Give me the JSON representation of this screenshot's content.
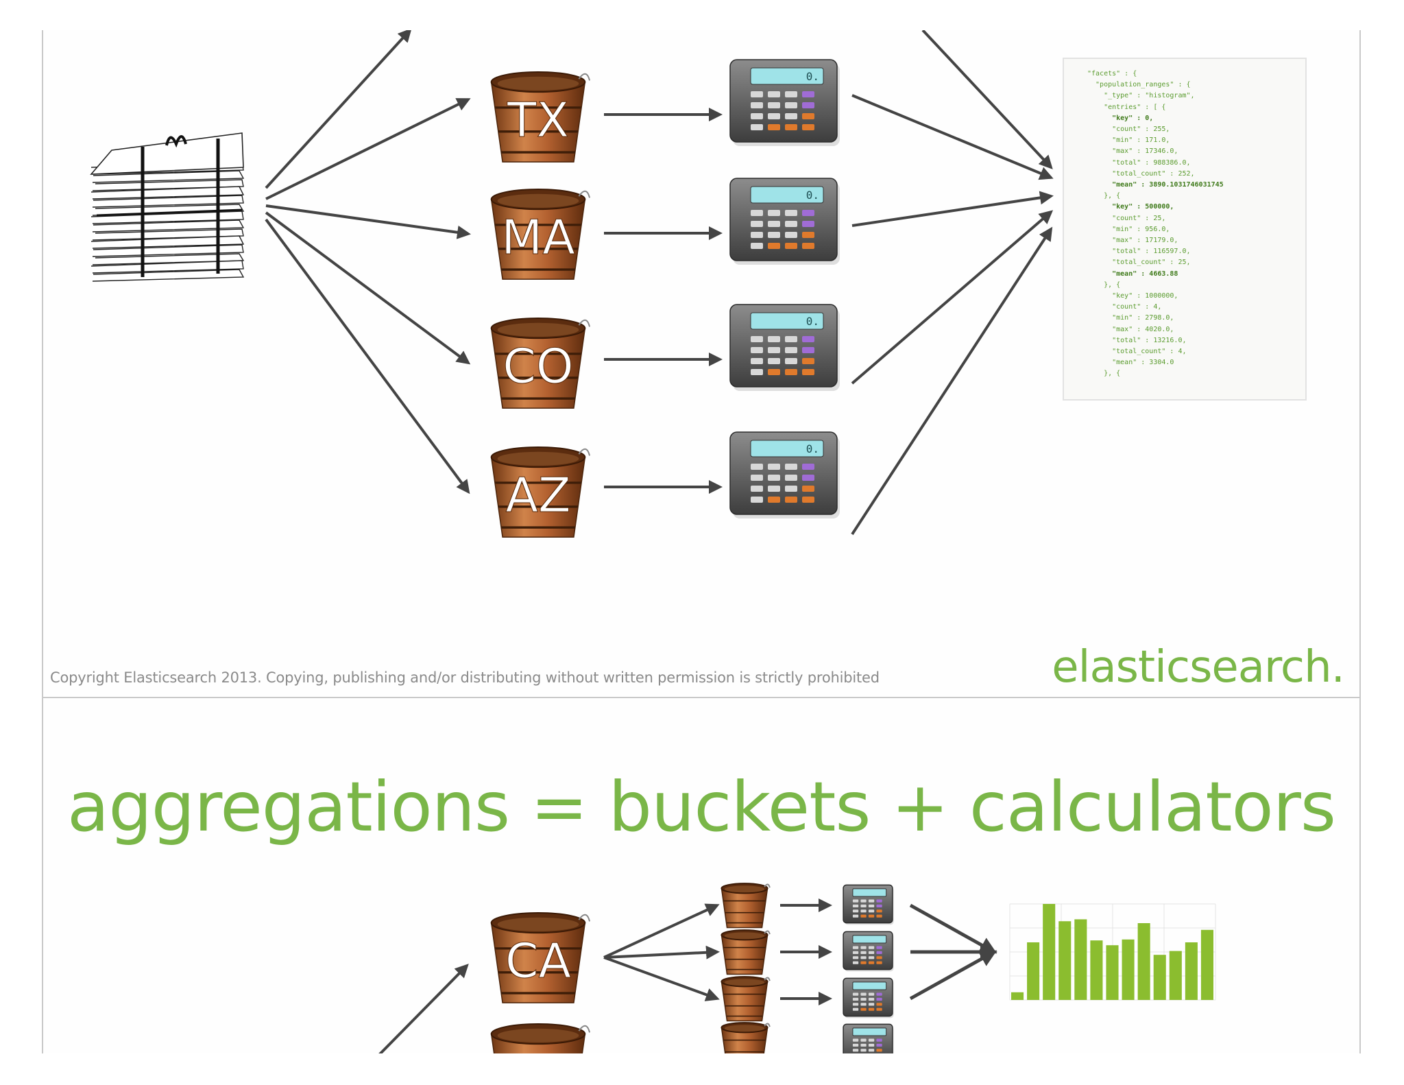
{
  "slide1": {
    "buckets": [
      "TX",
      "MA",
      "CO",
      "AZ"
    ],
    "calculator_display": "0.",
    "json_lines": [
      {
        "t": "\"facets\" : {",
        "b": false
      },
      {
        "t": "  \"population_ranges\" : {",
        "b": false
      },
      {
        "t": "    \"_type\" : \"histogram\",",
        "b": false
      },
      {
        "t": "    \"entries\" : [ {",
        "b": false
      },
      {
        "t": "      \"key\" : 0,",
        "b": true
      },
      {
        "t": "      \"count\" : 255,",
        "b": false
      },
      {
        "t": "      \"min\" : 171.0,",
        "b": false
      },
      {
        "t": "      \"max\" : 17346.0,",
        "b": false
      },
      {
        "t": "      \"total\" : 988386.0,",
        "b": false
      },
      {
        "t": "      \"total_count\" : 252,",
        "b": false
      },
      {
        "t": "      \"mean\" : 3890.1031746031745",
        "b": true
      },
      {
        "t": "    }, {",
        "b": false
      },
      {
        "t": "      \"key\" : 500000,",
        "b": true
      },
      {
        "t": "      \"count\" : 25,",
        "b": false
      },
      {
        "t": "      \"min\" : 956.0,",
        "b": false
      },
      {
        "t": "      \"max\" : 17179.0,",
        "b": false
      },
      {
        "t": "      \"total\" : 116597.0,",
        "b": false
      },
      {
        "t": "      \"total_count\" : 25,",
        "b": false
      },
      {
        "t": "      \"mean\" : 4663.88",
        "b": true
      },
      {
        "t": "    }, {",
        "b": false
      },
      {
        "t": "      \"key\" : 1000000,",
        "b": false
      },
      {
        "t": "      \"count\" : 4,",
        "b": false
      },
      {
        "t": "      \"min\" : 2798.0,",
        "b": false
      },
      {
        "t": "      \"max\" : 4020.0,",
        "b": false
      },
      {
        "t": "      \"total\" : 13216.0,",
        "b": false
      },
      {
        "t": "      \"total_count\" : 4,",
        "b": false
      },
      {
        "t": "      \"mean\" : 3304.0",
        "b": false
      },
      {
        "t": "    }, {",
        "b": false
      }
    ],
    "copyright": "Copyright Elasticsearch 2013. Copying, publishing and/or distributing without written permission is strictly prohibited",
    "brand": "elasticsearch."
  },
  "slide2": {
    "headline": "aggregations = buckets + calculators",
    "bucket": "CA",
    "histogram_values": [
      8,
      60,
      100,
      82,
      84,
      62,
      57,
      63,
      80,
      47,
      51,
      60,
      73
    ]
  },
  "colors": {
    "brand_green": "#7ab648",
    "arrow": "#444444",
    "bucket_wood": "#b5652f",
    "bar_green": "#8bbd2f"
  }
}
